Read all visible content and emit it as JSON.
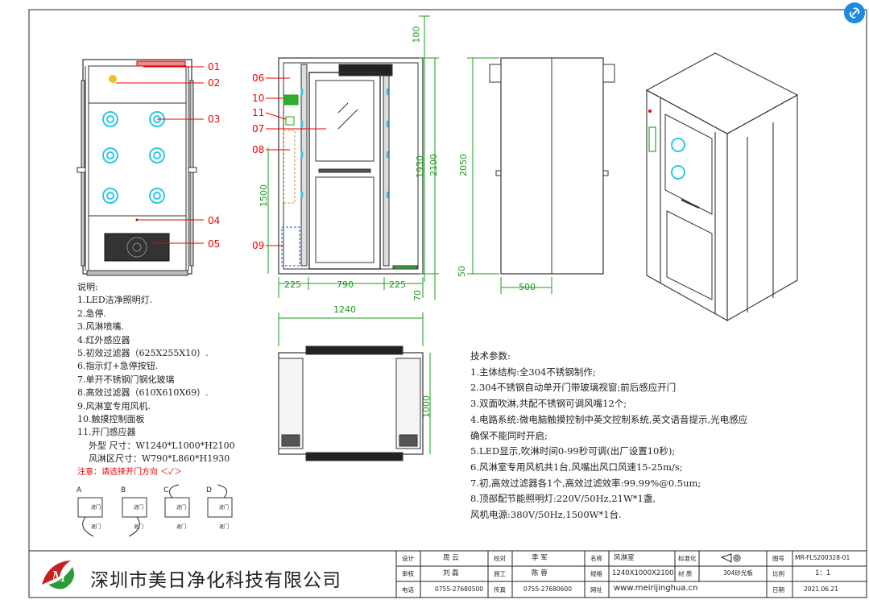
{
  "colors": {
    "callout": "#e00000",
    "dimension": "#1a9d1a",
    "nozzle": "#2bc8e8",
    "led": "#f0c020",
    "blue_dash": "#2255ee",
    "frame": "#222222"
  },
  "callouts": [
    {
      "num": "01"
    },
    {
      "num": "02"
    },
    {
      "num": "03"
    },
    {
      "num": "04"
    },
    {
      "num": "05"
    },
    {
      "num": "06"
    },
    {
      "num": "10"
    },
    {
      "num": "11"
    },
    {
      "num": "07"
    },
    {
      "num": "08"
    },
    {
      "num": "09"
    }
  ],
  "dims": {
    "h100": "100",
    "h2100": "2100",
    "h1930": "1930",
    "h1500": "1500",
    "h50": "50",
    "h70": "70",
    "w225a": "225",
    "w790": "790",
    "w225b": "225",
    "side_h2050": "2050",
    "side_w500": "500",
    "plan_w1240": "1240",
    "plan_d1000": "1000"
  },
  "notes": {
    "title": "说明:",
    "items": [
      "1.LED洁净照明灯.",
      "2.急停.",
      "3.风淋喷嘴.",
      "4.红外感应器",
      "5.初效过滤器（625X255X10）.",
      "6.指示灯+急停按钮.",
      "7.单开不锈钢门钢化玻璃",
      "8.高效过滤器（610X610X69）.",
      "9.风淋室专用风机.",
      "10.触摸控制面板",
      "11.开门感应器"
    ],
    "outer_size": "外型  尺寸：W1240*L1000*H2100",
    "shower_size": "风淋区尺寸：W790*L860*H1930",
    "note_red": "注意：请选择开门方向 ＜✓＞"
  },
  "door_options": [
    {
      "mark": "A",
      "in": "进门",
      "out": "退门"
    },
    {
      "mark": "B",
      "in": "进门",
      "out": "退门"
    },
    {
      "mark": "C",
      "in": "进门",
      "out": "退门"
    },
    {
      "mark": "D",
      "in": "进门",
      "out": "退门"
    }
  ],
  "specs": {
    "title": "技术参数:",
    "items": [
      "1.主体结构:全304不锈钢制作;",
      "2.304不锈钢自动单开门带玻璃视窗;前后感应开门",
      "3.双面吹淋,共配不锈钢可调风嘴12个;",
      "4.电路系统:微电脑触摸控制中英文控制系统,英文语音提示,光电感应",
      "   确保不能同时开启;",
      "5.LED显示,吹淋时间0-99秒可调(出厂设置10秒);",
      "6.风淋室专用风机共1台,风嘴出风口风速15-25m/s;",
      "7.初,高效过滤器各1个,高效过滤效率:99.99%@0.5um;",
      "8.顶部配节能照明灯:220V/50Hz,21W*1盏,",
      "   风机电源:380V/50Hz,1500W*1台."
    ]
  },
  "title_block": {
    "company": "深圳市美日净化科技有限公司",
    "design_label": "设计",
    "design": "周    云",
    "check_label": "校对",
    "check": "李    军",
    "name_label": "名称",
    "name": "风淋室",
    "std_label": "标准化",
    "drawno_label": "图号",
    "drawno": "MR-FLS200328-01",
    "review_label": "审核",
    "review": "刘    磊",
    "work_label": "施工",
    "work": "陈    蓉",
    "spec_label": "规格",
    "spec": "1240X1000X2100",
    "material_label": "材 质",
    "material": "304砂光板",
    "scale_label": "比例",
    "scale": "1：1",
    "tel_label": "电话",
    "tel": "0755-27680500",
    "fax_label": "传真",
    "fax": "0755-27680600",
    "web_label": "网址",
    "web": "www.meirijinghua.cn",
    "date_label": "日期",
    "date": "2021.06.21"
  }
}
